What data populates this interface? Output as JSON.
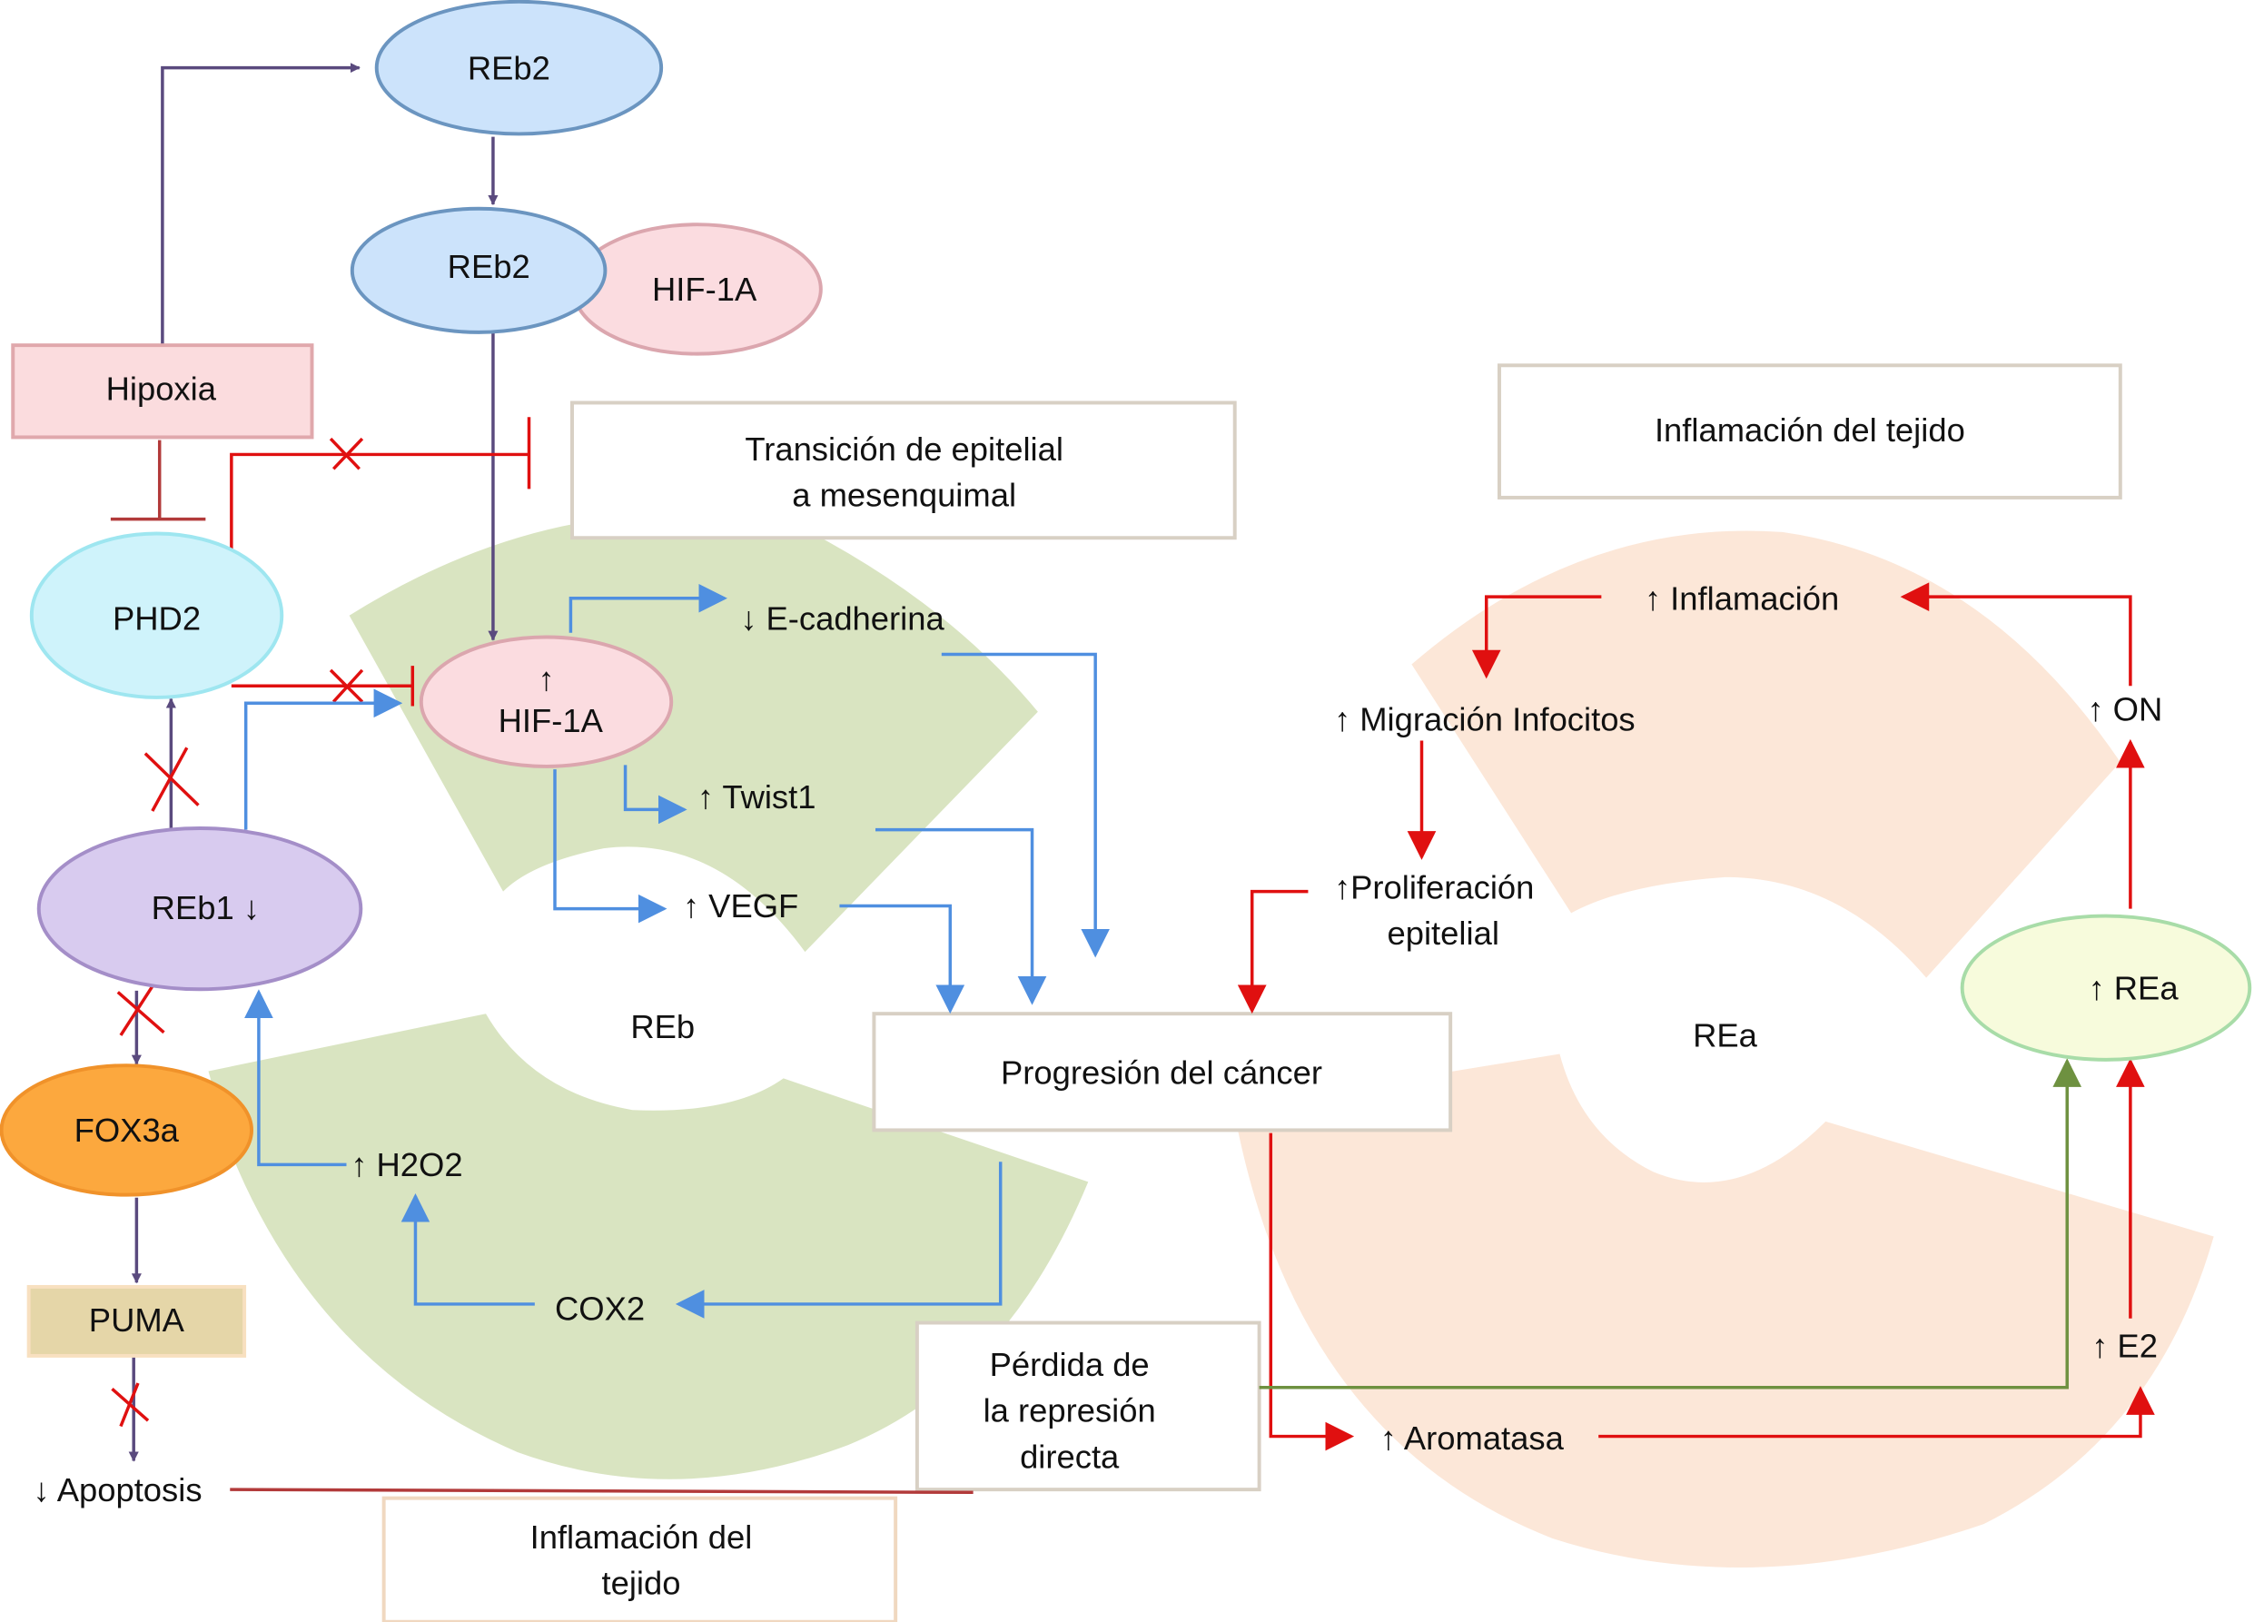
{
  "colors": {
    "region_reb": "#d9e4c1",
    "region_rea": "#fce7d8",
    "reb2": "#cce3fb",
    "hif1a": "#fbdce0",
    "hipoxia": "#fbdcde",
    "phd2": "#cff3fb",
    "reb1": "#d8cbef",
    "fox3a": "#fca83e",
    "puma": "#e5d6a8",
    "rea": "#f7fbdc",
    "purple_arrow": "#5a4a7e",
    "blue_arrow": "#4f8fe0",
    "red_arrow": "#e01010",
    "green_arrow": "#6e9140"
  },
  "regions": {
    "reb": "REb",
    "rea": "REa"
  },
  "nodes": {
    "reb2_top": "REb2",
    "reb2_complex": "REb2",
    "hif1a_complex": "HIF-1A",
    "hipoxia": "Hipoxia",
    "phd2": "PHD2",
    "hif1a_up_arrow": "↑",
    "hif1a_up": "HIF-1A",
    "reb1": "REb1 ↓",
    "fox3a": "FOX3a",
    "puma": "PUMA",
    "rea": "↑ REa"
  },
  "labels": {
    "e_cadherina": "↓ E-cadherina",
    "twist1": "↑ Twist1",
    "vegf": "↑ VEGF",
    "h2o2": "↑ H2O2",
    "cox2": "COX2",
    "apoptosis": "↓ Apoptosis",
    "inflamacion": "↑ Inflamación",
    "migracion": "↑ Migración Infocitos",
    "proliferacion_1": "↑Proliferación",
    "proliferacion_2": "epitelial",
    "on": "↑ ON",
    "e2": "↑ E2",
    "aromatasa": "↑ Aromatasa"
  },
  "boxes": {
    "transicion": [
      "Transición de epitelial",
      "a mesenquimal"
    ],
    "inflamacion_top": [
      "Inflamación del tejido"
    ],
    "progresion": [
      "Progresión del cáncer"
    ],
    "perdida": [
      "Pérdida de",
      "la represión",
      "directa"
    ],
    "inflamacion_bottom": [
      "Inflamación del",
      "tejido"
    ]
  }
}
